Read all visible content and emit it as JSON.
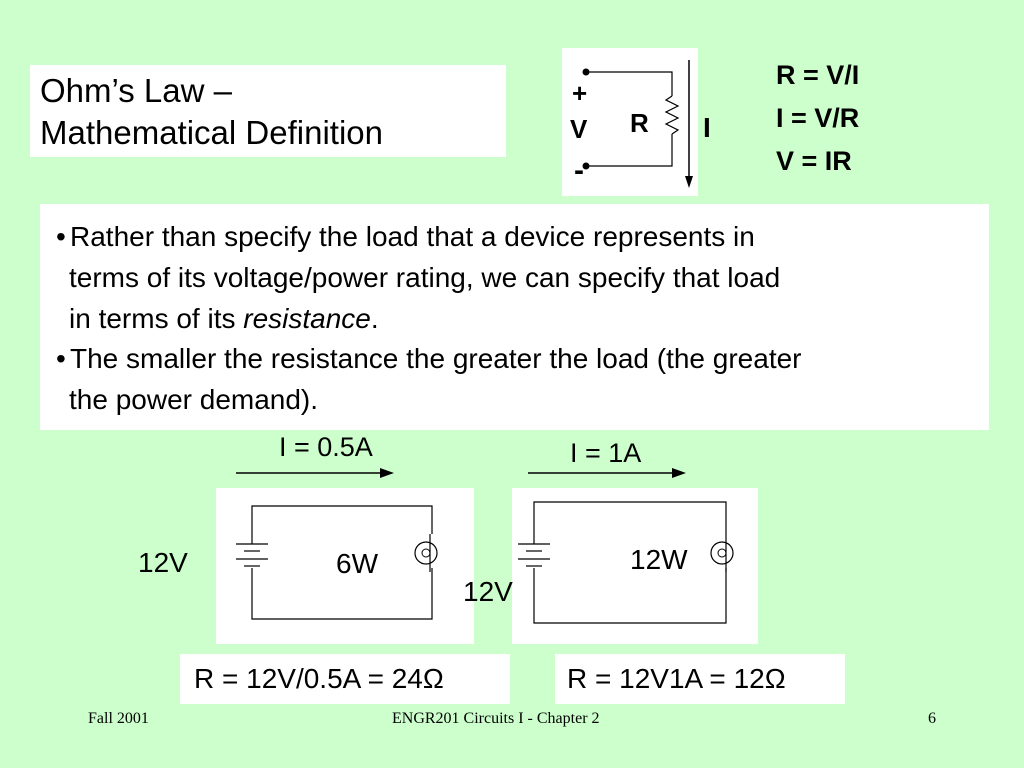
{
  "title": {
    "line1": "Ohm’s Law –",
    "line2": "Mathematical Definition"
  },
  "top_diagram": {
    "plus": "+",
    "v": "V",
    "minus": "-",
    "r": "R",
    "i": "I"
  },
  "formulas": [
    "R = V/I",
    "I = V/R",
    "V = IR"
  ],
  "bullets": {
    "b1_line1": "Rather than specify the load that a device represents in",
    "b1_line2": "terms of its voltage/power rating, we can specify that load",
    "b1_line3_pre": "in terms of its ",
    "b1_line3_em": "resistance",
    "b1_line3_post": ".",
    "b2_line1": "The smaller the resistance the greater the load (the greater",
    "b2_line2": "the power demand)."
  },
  "circuit_left": {
    "current": "I = 0.5A",
    "voltage": "12V",
    "power": "6W",
    "result": "R = 12V/0.5A = 24Ω"
  },
  "circuit_right": {
    "current": "I = 1A",
    "voltage": "12V",
    "power": "12W",
    "result": "R = 12V1A = 12Ω"
  },
  "footer": {
    "left": "Fall 2001",
    "center": "ENGR201 Circuits I - Chapter 2",
    "page": "6"
  }
}
